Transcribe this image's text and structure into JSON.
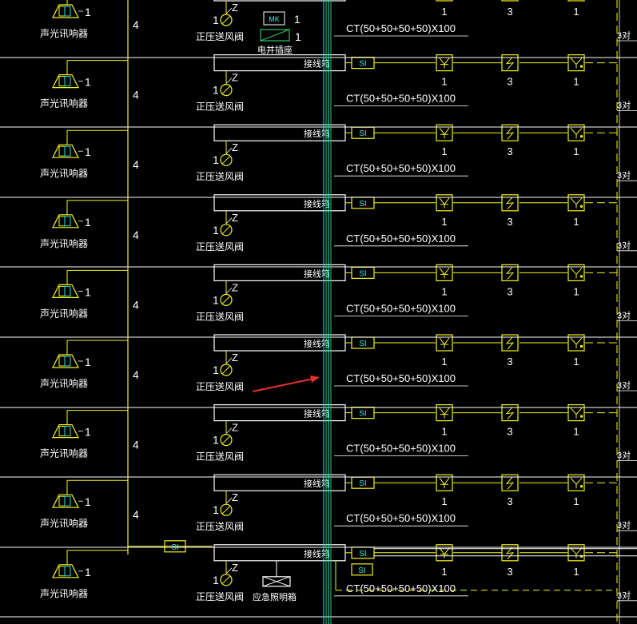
{
  "diagram": {
    "rows": 9,
    "labels": {
      "alarm": "声光讯响器",
      "alarm_count": "1",
      "riser_count": "4",
      "damper": "正压送风阀",
      "damper_count": "1",
      "damper_code": "Z",
      "junction_box": "接线箱",
      "si": "SI",
      "cable": "CT(50+50+50+50)X100",
      "mk": "MK",
      "mk_count": "1",
      "elevator_socket": "电井插座",
      "socket_count": "1",
      "emergency_box": "应急照明箱",
      "pairs": "3对",
      "count_a": "1",
      "count_b": "3",
      "count_c": "1"
    }
  }
}
